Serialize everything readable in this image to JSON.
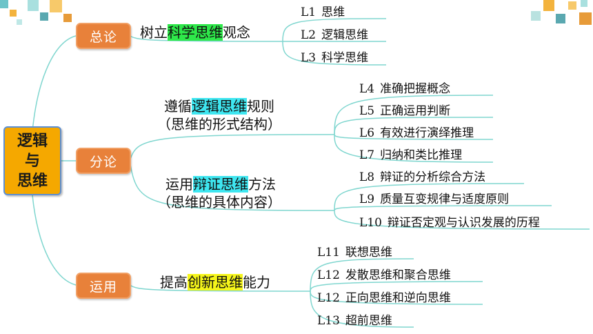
{
  "root": {
    "line1": "逻辑",
    "line2": "与",
    "line3": "思维"
  },
  "branches": {
    "zonglun": "总论",
    "fenlun": "分论",
    "yunyong": "运用"
  },
  "subtopics": {
    "s1": {
      "pre": "树立",
      "hl": "科学思维",
      "post": "观念"
    },
    "s2": {
      "pre": "遵循",
      "hl": "逻辑思维",
      "post": "规则",
      "line2": "（思维的形式结构）"
    },
    "s3": {
      "pre": "运用",
      "hl": "辩证思维",
      "post": "方法",
      "line2": "（思维的具体内容）"
    },
    "s4": {
      "pre": "提高",
      "hl": "创新思维",
      "post": "能力"
    }
  },
  "leaves": [
    {
      "code": "L1",
      "text": "思维"
    },
    {
      "code": "L2",
      "text": "逻辑思维"
    },
    {
      "code": "L3",
      "text": "科学思维"
    },
    {
      "code": "L4",
      "text": "准确把握概念"
    },
    {
      "code": "L5",
      "text": "正确运用判断"
    },
    {
      "code": "L6",
      "text": "有效进行演绎推理"
    },
    {
      "code": "L7",
      "text": "归纳和类比推理"
    },
    {
      "code": "L8",
      "text": "辩证的分析综合方法"
    },
    {
      "code": "L9",
      "text": "质量互变规律与适度原则"
    },
    {
      "code": "L10",
      "text": "辩证否定观与认识发展的历程"
    },
    {
      "code": "L11",
      "text": "联想思维"
    },
    {
      "code": "L12",
      "text": "发散思维和聚合思维"
    },
    {
      "code": "L12",
      "text": "正向思维和逆向思维"
    },
    {
      "code": "L13",
      "text": "超前思维"
    }
  ],
  "colors": {
    "branch": "#e8813a",
    "root": "#f5a800",
    "connector": "#7fd6cf",
    "highlight_green": "#2ee84a",
    "highlight_cyan": "#3ee6f0",
    "highlight_yellow": "#f5f51a"
  }
}
